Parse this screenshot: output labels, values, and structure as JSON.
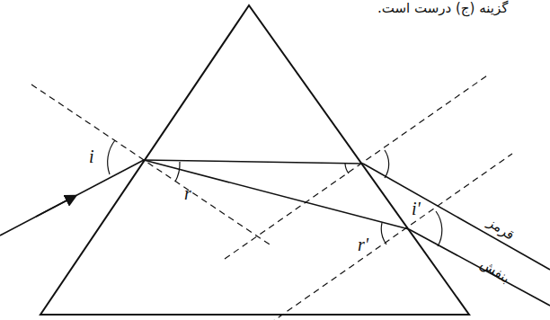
{
  "diagram": {
    "labels": [
      "گزینه (ج) درست است.",
      "i",
      "r",
      "r'",
      "i'",
      "قرمز",
      "بنفش"
    ]
  }
}
